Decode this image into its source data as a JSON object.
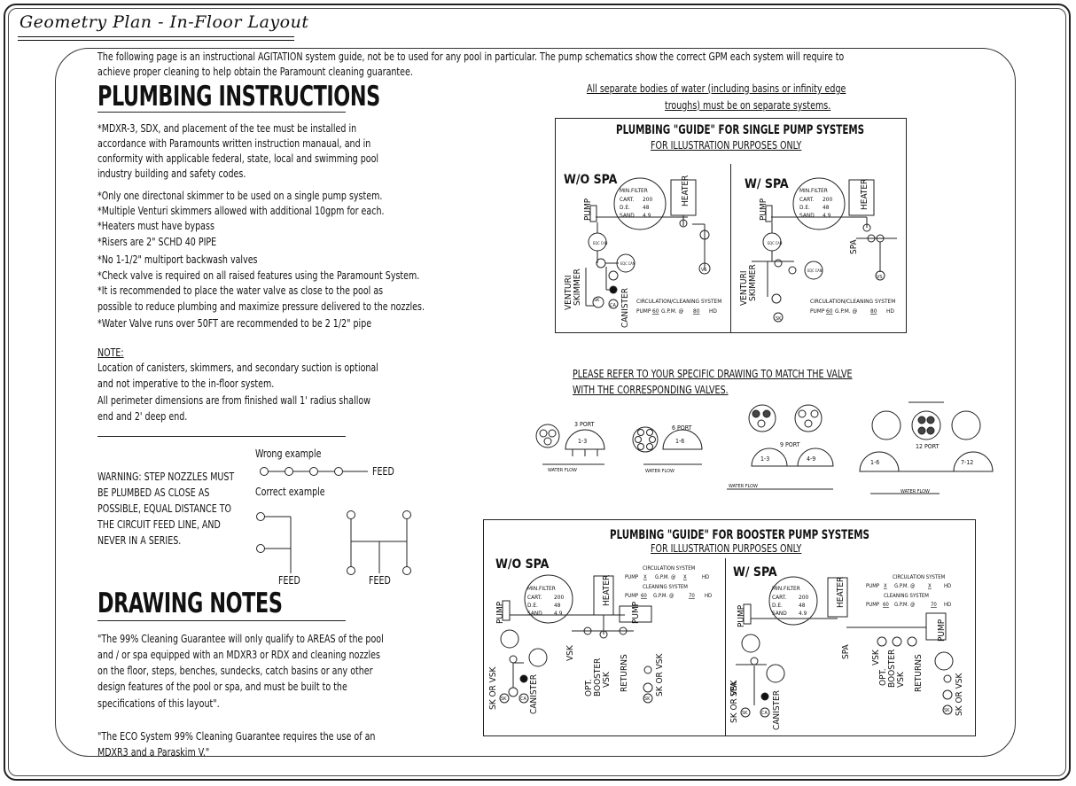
{
  "title": "Geometry Plan - In-Floor Layout",
  "intro": [
    "The following page is an instructional AGITATION system guide, not be to used for any pool in particular. The pump schematics show the correct GPM each system will require to",
    "achieve proper cleaning to help obtain the Paramount cleaning guarantee."
  ],
  "plumbing": {
    "heading": "PLUMBING INSTRUCTIONS",
    "para1": [
      "*MDXR-3, SDX, and placement of the tee must be installed in",
      "accordance with Paramounts written instruction manaual, and in",
      "conformity with applicable federal, state, local and swimming pool",
      "industry building and safety codes."
    ],
    "bullets": [
      "*Only one directonal skimmer to be used on a single pump system.",
      "*Multiple Venturi skimmers allowed with additional 10gpm for each.",
      "*Heaters must have bypass",
      "*Risers are 2\" SCHD 40 PIPE",
      "*No 1-1/2\" multiport backwash valves",
      "*Check valve is required on all raised features using the Paramount System.",
      "*It is recommended to place the water valve as close to the pool as",
      "possible to reduce plumbing and maximize pressure delivered to the nozzles.",
      "*Water Valve runs over 50FT are recommended to be 2 1/2\" pipe"
    ],
    "note_label": "NOTE:",
    "note": [
      "Location of canisters, skimmers, and secondary suction is optional",
      "and not imperative to the in-floor system.",
      "All perimeter dimensions are from finished wall 1' radius shallow",
      "end and 2' deep end."
    ]
  },
  "warning": {
    "text": [
      "WARNING: STEP NOZZLES MUST",
      "BE PLUMBED AS CLOSE AS",
      "POSSIBLE, EQUAL DISTANCE TO",
      "THE CIRCUIT FEED LINE, AND",
      "NEVER IN A SERIES."
    ],
    "wrong_label": "Wrong example",
    "correct_label": "Correct example",
    "feed": "FEED"
  },
  "drawing_notes": {
    "heading": "DRAWING NOTES",
    "para1": [
      "\"The 99% Cleaning Guarantee will only qualify to AREAS of the pool",
      "and / or spa equipped with an MDXR3 or RDX and cleaning nozzles",
      "on the floor, steps, benches, sundecks, catch basins or any other",
      "design features of the pool or spa, and must be built to the",
      "specifications of this layout\"."
    ],
    "para2": [
      "\"The ECO System 99% Cleaning Guarantee requires the use of an",
      "MDXR3 and a Paraskim V.\""
    ]
  },
  "separate_note": [
    "All separate bodies of water (including basins or infinity edge",
    "troughs) must be on separate systems."
  ],
  "single_guide": {
    "title": "PLUMBING \"GUIDE\" FOR SINGLE PUMP SYSTEMS",
    "subtitle": "FOR ILLUSTRATION PURPOSES ONLY",
    "left_label": "W/O SPA",
    "right_label": "W/ SPA",
    "filter": [
      "MIN.FILTER",
      "CART.",
      "200",
      "D.E.",
      "48",
      "SAND",
      "4.9"
    ],
    "heater": "HEATER",
    "pump": "PUMP",
    "optional": "OPTIONAL EQC CAN",
    "venturi": "VENTURI SKIMMER",
    "canister": "CANISTER",
    "spa": "SPA",
    "sk": "SK",
    "ca": "CA",
    "vs": "VS",
    "circ_label": "CIRCULATION/CLEANING SYSTEM",
    "pump_line_pre": "PUMP",
    "gpm": "60",
    "gpm_unit": "G.P.M. @",
    "hd_value": "80",
    "hd_unit": "HD"
  },
  "valve_note": [
    "PLEASE REFER TO YOUR SPECIFIC DRAWING TO MATCH THE VALVE",
    "WITH THE CORRESPONDING VALVES."
  ],
  "valves": {
    "port3": "3 PORT",
    "port6": "6 PORT",
    "port9": "9 PORT",
    "port12": "12 PORT",
    "r13": "1-3",
    "r16": "1-6",
    "r49": "4-9",
    "r712": "7-12",
    "water_flow": "WATER FLOW"
  },
  "booster_guide": {
    "title": "PLUMBING \"GUIDE\" FOR BOOSTER PUMP SYSTEMS",
    "subtitle": "FOR ILLUSTRATION PURPOSES ONLY",
    "left_label": "W/O SPA",
    "right_label": "W/ SPA",
    "circ": "CIRCULATION SYSTEM",
    "clean": "CLEANING SYSTEM",
    "pump_x": "X",
    "gpm_unit": "G.P.M. @",
    "hd_x": "X",
    "hd_unit": "HD",
    "clean_gpm": "60",
    "clean_hd": "70",
    "filter": [
      "MIN.FILTER",
      "CART.",
      "200",
      "D.E.",
      "48",
      "SAND",
      "4.9"
    ],
    "heater": "HEATER",
    "pump": "PUMP",
    "vsk": "VSK",
    "opt_booster": "OPT. BOOSTER VSK",
    "returns": "RETURNS",
    "sk_or_vsk": "SK OR VSK",
    "canister": "CANISTER",
    "spa": "SPA",
    "sk": "SK",
    "ca": "CA"
  }
}
